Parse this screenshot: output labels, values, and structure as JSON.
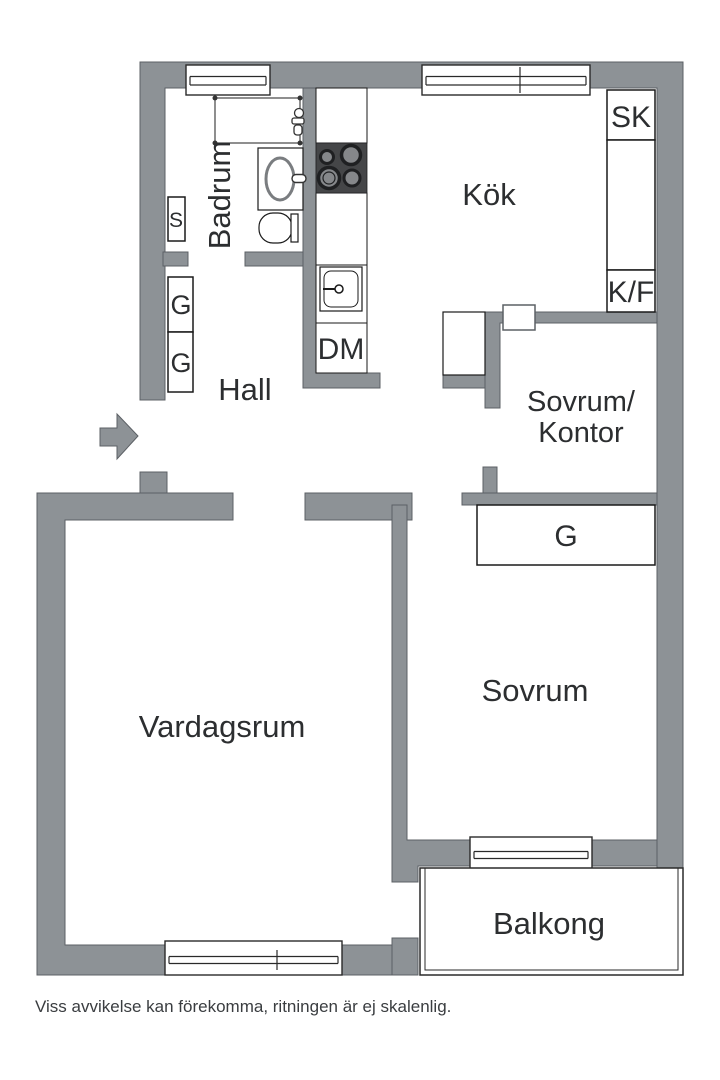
{
  "floorplan": {
    "labels": {
      "badrum": "Badrum",
      "kok": "Kök",
      "hall": "Hall",
      "sovrum_kontor_1": "Sovrum/",
      "sovrum_kontor_2": "Kontor",
      "sovrum": "Sovrum",
      "vardagsrum": "Vardagsrum",
      "balkong": "Balkong"
    },
    "fixtures": {
      "closet_s": "S",
      "hall_closet_upper": "G",
      "hall_closet_lower": "G",
      "kitchen_tall_closet": "SK",
      "fridge_freezer": "K/F",
      "dishwasher": "DM",
      "sovrum_closet": "G"
    },
    "disclaimer": "Viss avvikelse kan förekomma, ritningen är ej skalenlig.",
    "colors": {
      "wall": "#8d9296",
      "wall_outline": "#5c6065",
      "stove": "#454648",
      "burner": "#85878a",
      "label_text": "#2c2e30",
      "disclaimer_text": "#3a3d40",
      "background": "#ffffff"
    }
  }
}
